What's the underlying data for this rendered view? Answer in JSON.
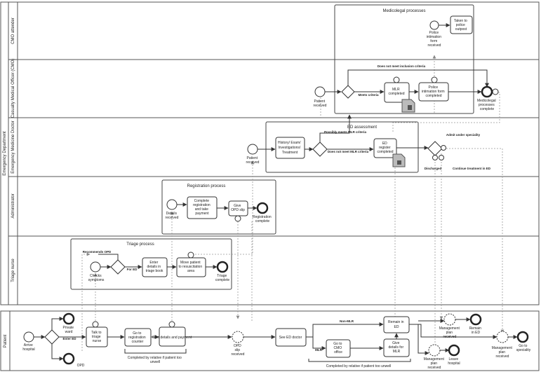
{
  "pools": {
    "emergency": "Emergency Department",
    "patient": "Patient"
  },
  "lanes": {
    "cmo_attender": "CMO attender",
    "cmo": "Casualty Medical Officer (CMO)",
    "emd": "Emergency Medicine Doctor",
    "admin": "Administrator",
    "triage": "Triage nurse",
    "patient": "Patient"
  },
  "groups": {
    "medicolegal": "Medicolegal processes",
    "ed_assessment": "ED assessment",
    "registration": "Registration process",
    "triage": "Triage process"
  },
  "medicolegal": {
    "police_form_received": [
      "Police",
      "intimation",
      "form",
      "received"
    ],
    "taken_to_police": [
      "Taken to",
      "police",
      "outpost"
    ],
    "patient_received": [
      "Patient",
      "received"
    ],
    "mlr_completed": [
      "MLR",
      "completed"
    ],
    "police_form_completed": [
      "Police",
      "intimation form",
      "completed"
    ],
    "processes_complete": [
      "Medicolegal",
      "processes",
      "complete"
    ],
    "not_meet_criteria": "Does not meet inclusion criteria",
    "meets_criteria": "Meets criteria"
  },
  "ed": {
    "patient_received": [
      "Patient",
      "received"
    ],
    "history_exam": [
      "History/ Exam/",
      "Investigations/",
      "Treatment"
    ],
    "possibly_mlr": "Possibly meets MLR criteria",
    "not_meet_mlr": "Does not meet MLR criteria",
    "register_completed": [
      "ED",
      "register",
      "completed"
    ],
    "admit": "Admit under speciality",
    "discharged": "Discharged",
    "continue": "Continue treatment in ED"
  },
  "registration": {
    "details_received": [
      "Details",
      "received"
    ],
    "complete_registration": [
      "Complete",
      "registration",
      "and take",
      "payment"
    ],
    "give_opd_slip": [
      "Give",
      "OPD slip"
    ],
    "registration_complete": [
      "Registration",
      "complete"
    ]
  },
  "triage": {
    "recommends_opd": "Recommends OPD",
    "for_ed": "For ED",
    "checks_symptoms": [
      "Checks",
      "symptoms"
    ],
    "enter_details": [
      "Enter",
      "details in",
      "triage book"
    ],
    "move_patient": [
      "Move patient",
      "to resuscitation",
      "area"
    ],
    "triage_complete": [
      "Triage",
      "complete"
    ]
  },
  "patient": {
    "arrive": [
      "Arrive",
      "hospital"
    ],
    "private_ward": [
      "Private",
      "ward"
    ],
    "enter_ed": "Enter ED",
    "opd": "OPD",
    "talk_triage": [
      "Talk to",
      "triage",
      "nurse"
    ],
    "go_registration": [
      "Go to",
      "registration",
      "counter"
    ],
    "give_details_payment": "Give details and payment",
    "completed_relative_1": [
      "Completed by relative if patient too",
      "unwell"
    ],
    "opd_slip_received": [
      "OPD",
      "slip",
      "received"
    ],
    "see_ed_doctor": "See ED doctor",
    "non_mlr": "Non-MLR",
    "mlr": "MLR",
    "remain_in_ed": [
      "Remain in",
      "ED"
    ],
    "go_cmo_office": [
      "Go to",
      "CMO",
      "office"
    ],
    "give_details_mlr": [
      "Give",
      "details for",
      "MLR"
    ],
    "completed_relative_2": "Completed by relative if patient too unwell",
    "mgmt_plan_1": [
      "Management",
      "plan",
      "received"
    ],
    "remain_in_ed_end": [
      "Remain",
      "in ED"
    ],
    "mgmt_plan_2": [
      "Management",
      "plan",
      "received"
    ],
    "leave_hospital": [
      "Leave",
      "hospital"
    ],
    "mgmt_plan_3": [
      "Management",
      "plan",
      "received"
    ],
    "go_to_speciality": [
      "Go to",
      "speciality"
    ]
  }
}
